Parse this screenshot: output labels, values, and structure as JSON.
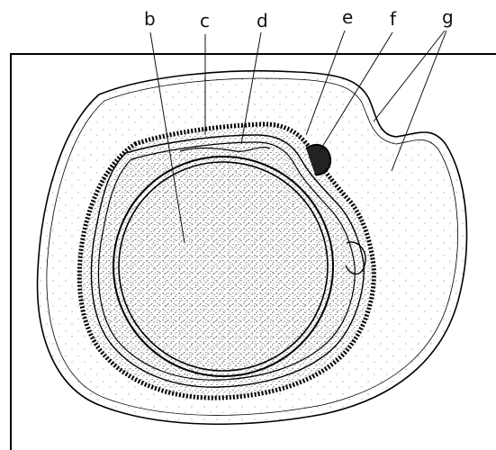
{
  "diagram": {
    "labels": {
      "b": "b",
      "c": "c",
      "d": "d",
      "e": "e",
      "f": "f",
      "g": "g"
    }
  }
}
